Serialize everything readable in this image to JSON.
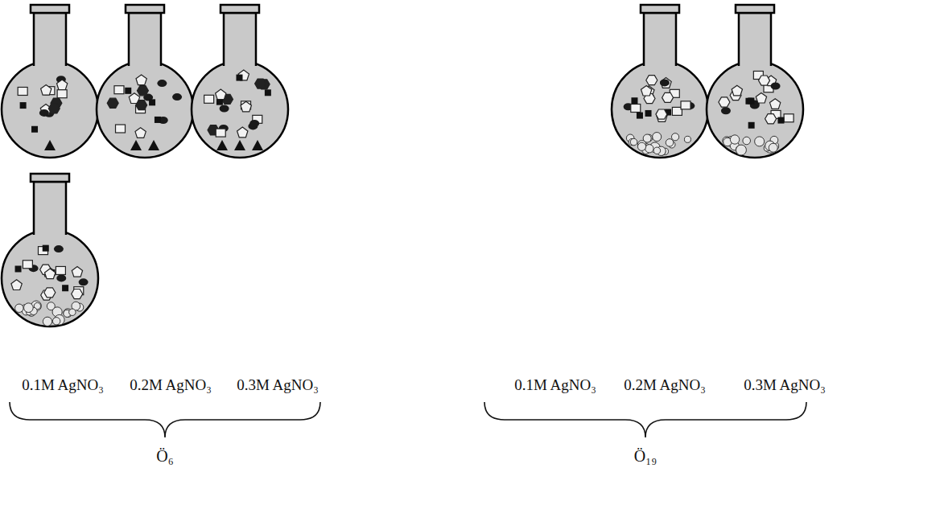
{
  "diagram": {
    "labels": [
      "0.1M AgNO₃",
      "0.2M AgNO₃",
      "0.3M AgNO₃",
      "0.1M AgNO₃",
      "0.2M AgNO₃",
      "0.3M AgNO₃",
      "Ö₆",
      "Ö₁₉"
    ]
  }
}
